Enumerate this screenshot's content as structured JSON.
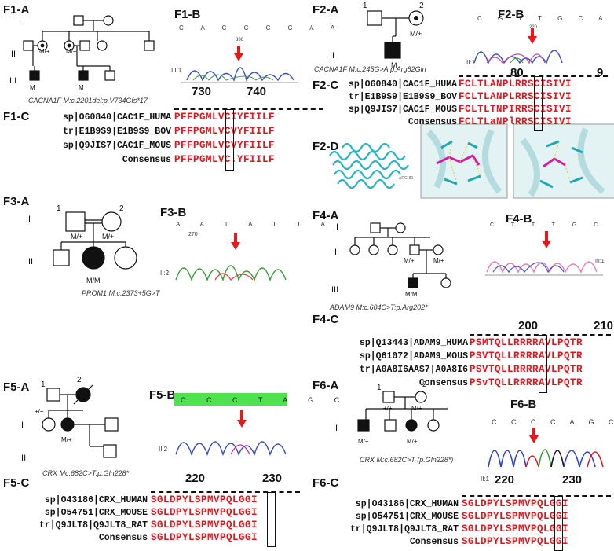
{
  "panels": {
    "f1a": "F1-A",
    "f1b": "F1-B",
    "f1c": "F1-C",
    "f2a": "F2-A",
    "f2b": "F2-B",
    "f2c": "F2-C",
    "f2d": "F2-D",
    "f3a": "F3-A",
    "f3b": "F3-B",
    "f4a": "F4-A",
    "f4b": "F4-B",
    "f4c": "F4-C",
    "f5a": "F5-A",
    "f5b": "F5-B",
    "f5c": "F5-C",
    "f6a": "F6-A",
    "f6b": "F6-B",
    "f6c": "F6-C"
  },
  "generations": {
    "I": "I",
    "II": "II",
    "III": "III"
  },
  "mutations": {
    "f1": "CACNA1F M:c.2201del:p.V734Gfs*17",
    "f2": "CACNA1F M:c.245G>A:p.Arg82Gln",
    "f3": "PROM1 M:c.2373+5G>T",
    "f4": "ADAM9 M:c.604C>T:p.Arg202*",
    "f5": "CRX Mc.682C>T:p.Gln228*",
    "f6": "CRX M:c.682C>T (p.Gln228*)"
  },
  "genotypes": {
    "M": "M",
    "Mplus": "M/+",
    "MM": "M/M",
    "plusplus": "+/+",
    "Mp": "M/+"
  },
  "traces": {
    "f1b": {
      "bases": "C A C C C C A A",
      "pos": "330",
      "sample": "III:1"
    },
    "f2b": {
      "bases": "C G T T G C A",
      "pos": "220",
      "sample": "II:1"
    },
    "f3b": {
      "bases": "A A T A T T A",
      "pos": "270",
      "sample": "II:2"
    },
    "f4b": {
      "bases": "C T T T G C",
      "sample": "III:1"
    },
    "f5b": {
      "bases": "C C C T A G C",
      "sample": "II:2"
    },
    "f6b": {
      "bases": "C C C C A G C T",
      "sample": "II:1"
    }
  },
  "alignments": {
    "f1c": {
      "ticks": [
        "730",
        "740"
      ],
      "names": [
        "sp|O60840|CAC1F_HUMA",
        "tr|E1B9S9|E1B9S9_BOV",
        "sp|Q9JIS7|CAC1F_MOUS",
        "Consensus"
      ],
      "seqs": [
        "PFFPGMLVCIYFIILF",
        "PFFPGMLVCVYFIILF",
        "PFFPGMLVCVYFIILF",
        "PFFPGMLVC.YFIILF"
      ]
    },
    "f2c": {
      "ticks": [
        "80",
        "9"
      ],
      "names": [
        "sp|O60840|CAC1F_HUMA",
        "tr|E1B9S9|E1B9S9_BOV",
        "sp|Q9JIS7|CAC1F_MOUS",
        "Consensus"
      ],
      "seqs": [
        "FCLTLANPLRRSCISIVI",
        "FCLTLANPLRRSCISIVI",
        "FCLTLTNPIRRSCISIVI",
        "FCLTLaNPlRRSCISIVI"
      ]
    },
    "f4c": {
      "ticks": [
        "200",
        "210"
      ],
      "names": [
        "sp|Q13443|ADAM9_HUMA",
        "sp|Q61072|ADAM9_MOUS",
        "tr|A0A8I6AAS7|A0A8I6",
        "Consensus"
      ],
      "seqs": [
        "PSMTQLLRRRRAVLPQTR",
        "PSVTQLLRRRRAVLPQTR",
        "PSVTQLLRRRRAVLPQTR",
        "PSvTQLLRRRRAVLPQTR"
      ]
    },
    "f5c": {
      "ticks": [
        "220",
        "230"
      ],
      "names": [
        "sp|O43186|CRX_HUMAN",
        "sp|O54751|CRX_MOUSE",
        "tr|Q9JLT8|Q9JLT8_RAT",
        "Consensus"
      ],
      "seqs": [
        "SGLDPYLSPMVPQLGGI",
        "SGLDPYLSPMVPQLGGI",
        "SGLDPYLSPMVPQLGGI",
        "SGLDPYLSPMVPQLGGI"
      ]
    },
    "f6c": {
      "ticks": [
        "220",
        "230"
      ],
      "names": [
        "sp|O43186|CRX_HUMAN",
        "sp|O54751|CRX_MOUSE",
        "tr|Q9JLT8|Q9JLT8_RAT",
        "Consensus"
      ],
      "seqs": [
        "SGLDPYLSPMVPQLGGI",
        "SGLDPYLSPMVPQLGGI",
        "SGLDPYLSPMVPQLGGI",
        "SGLDPYLSPMVPQLGGI"
      ]
    }
  },
  "structure_labels": {
    "arg82": "ARG-82"
  },
  "colors": {
    "mutation_arrow": "#e31a1c",
    "residue": "#e8141c",
    "protein": "#2ab5c4",
    "mutant": "#d31ea8"
  }
}
